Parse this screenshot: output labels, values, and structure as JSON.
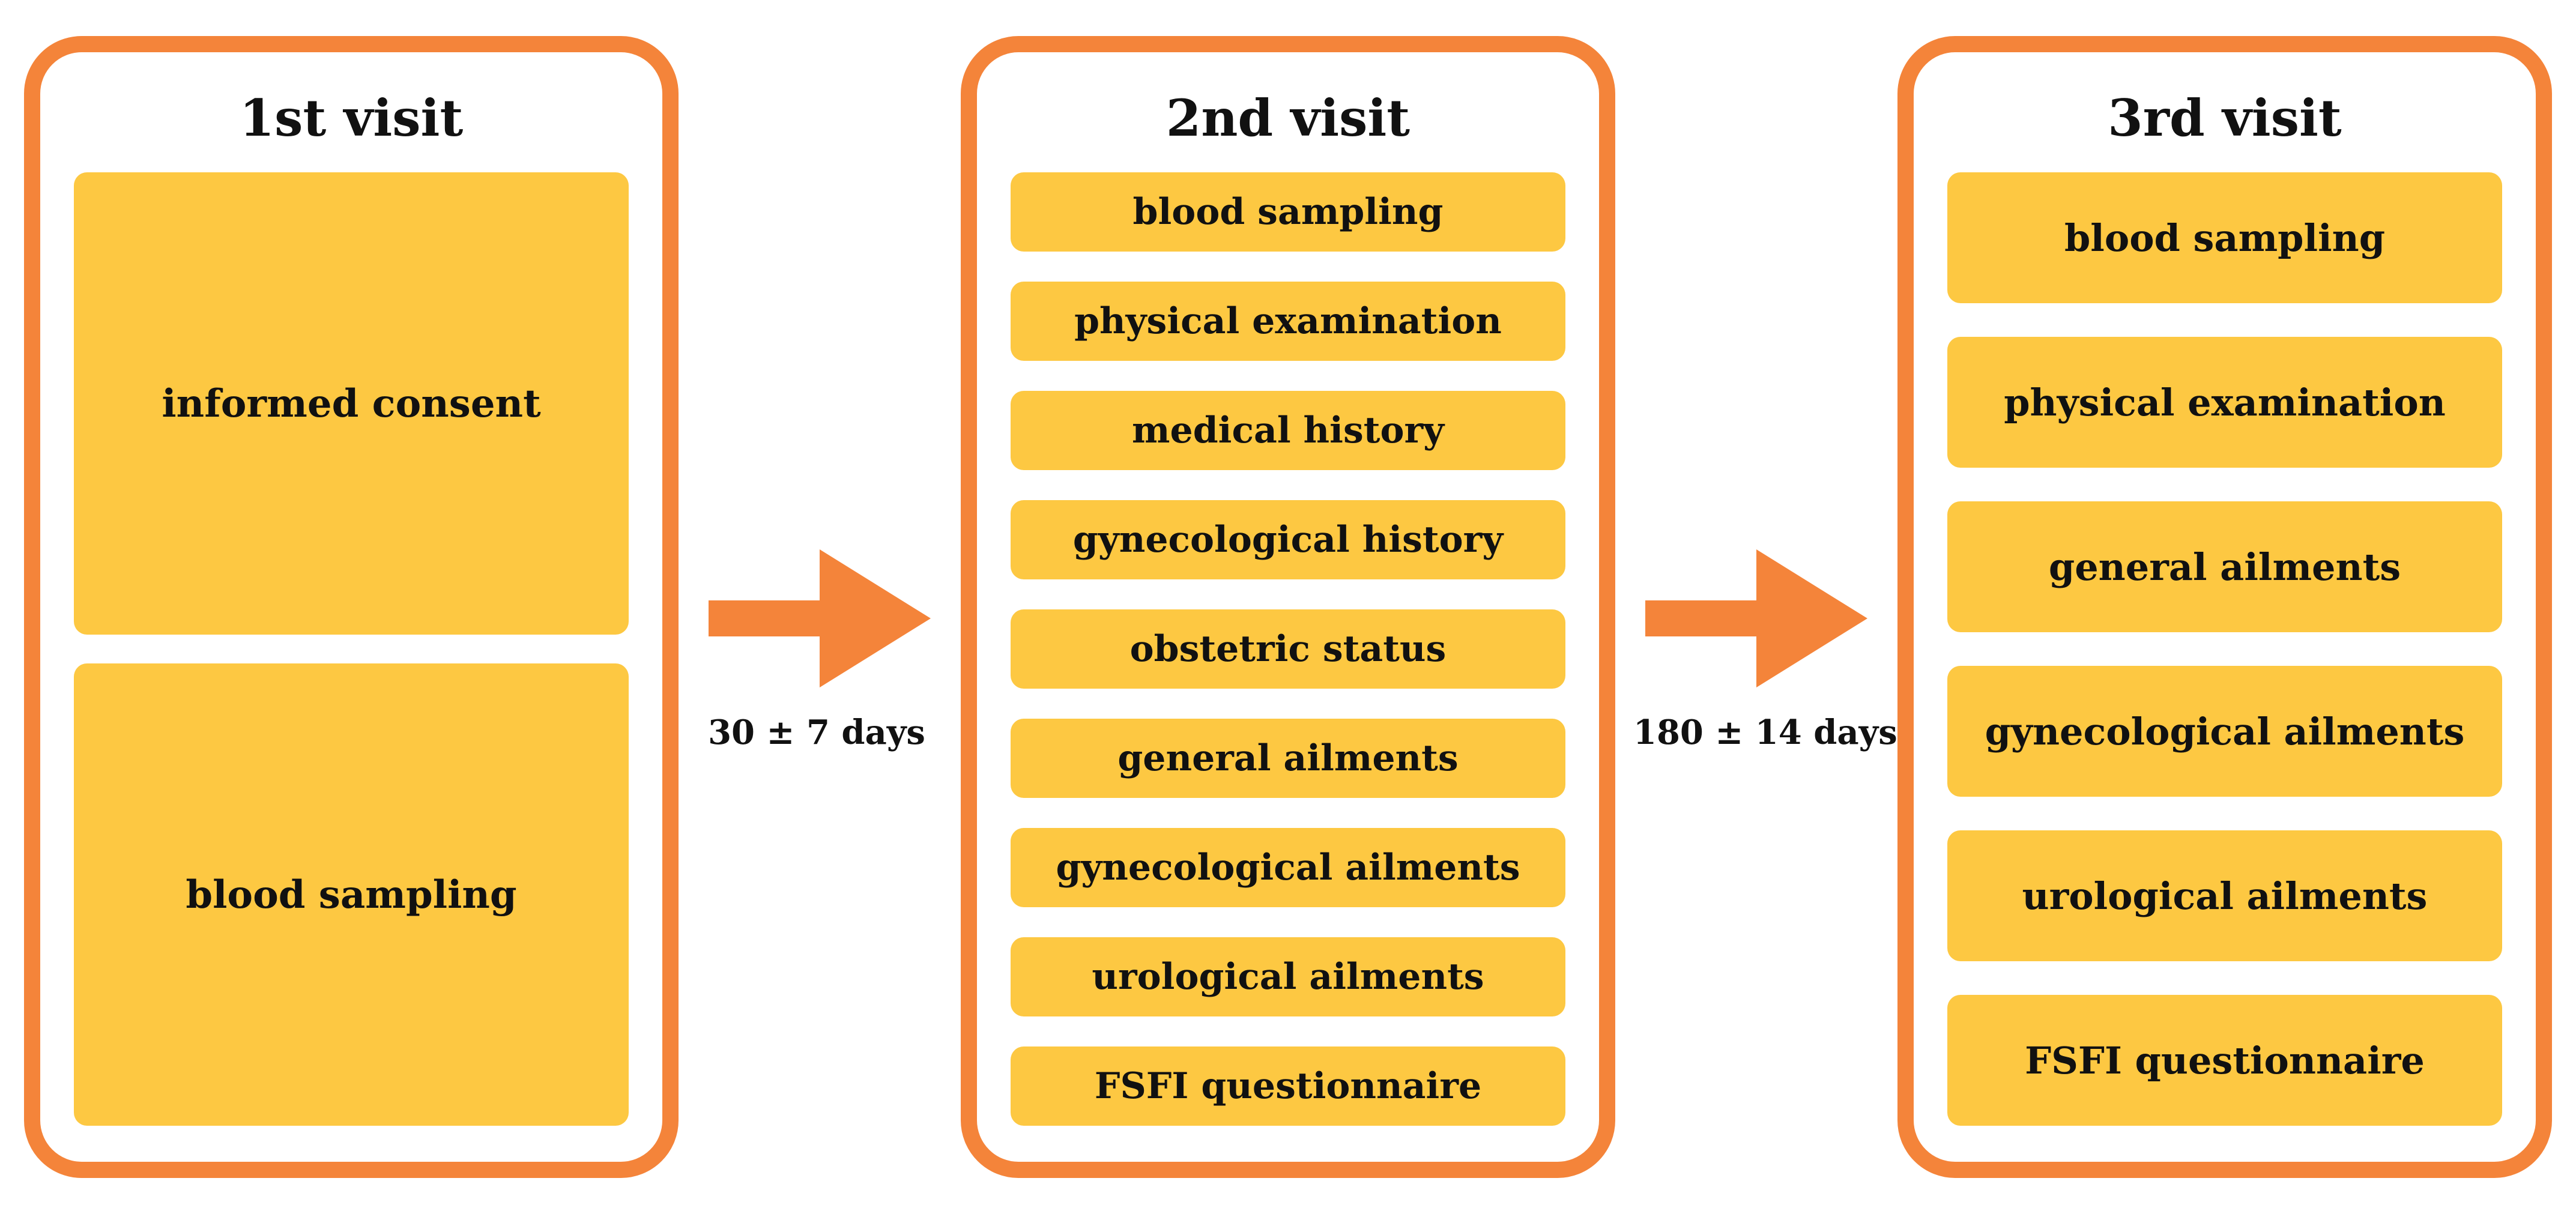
{
  "colors": {
    "border": "#F4843A",
    "box_fill": "#FDC842",
    "arrow": "#F4843A",
    "text": "#111111"
  },
  "visits": [
    {
      "title": "1st visit",
      "items": [
        "informed consent",
        "blood sampling"
      ]
    },
    {
      "title": "2nd visit",
      "items": [
        "blood sampling",
        "physical examination",
        "medical history",
        "gynecological history",
        "obstetric status",
        "general ailments",
        "gynecological ailments",
        "urological ailments",
        "FSFI questionnaire"
      ]
    },
    {
      "title": "3rd visit",
      "items": [
        "blood sampling",
        "physical examination",
        "general ailments",
        "gynecological ailments",
        "urological ailments",
        "FSFI questionnaire"
      ]
    }
  ],
  "intervals": [
    {
      "label": "30 ± 7 days",
      "icon": "right-arrow-icon"
    },
    {
      "label": "180 ± 14 days",
      "icon": "right-arrow-icon"
    }
  ]
}
